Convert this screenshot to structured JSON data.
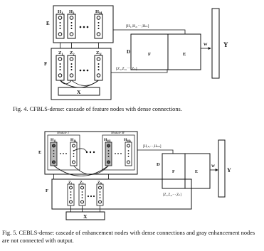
{
  "fig4": {
    "labels": {
      "block_e": "E",
      "block_f": "F",
      "block_d": "D",
      "h_first": "H",
      "h_first_sub": "1",
      "h_second": "H",
      "h_second_sub": "2",
      "h_last": "H",
      "h_last_sub": "M",
      "z_first": "Z",
      "z_first_sub": "1",
      "z_second": "Z",
      "z_second_sub": "2",
      "z_last": "Z",
      "z_last_sub": "N",
      "input": "X",
      "h_concat": "[H₁,H₂,⋯,Hₘ]",
      "z_concat": "[Z₁,Z₂,⋯,Zₙ]",
      "out_f": "F",
      "out_e": "E",
      "weight": "W",
      "output": "Y"
    },
    "caption": "Fig. 4.   CFBLS-dense: cascade of feature nodes with dense connections."
  },
  "fig5": {
    "labels": {
      "block_e": "E",
      "block_f": "F",
      "block_d": "D",
      "module1": "Module 1",
      "moduleM": "Module M",
      "h11": "H",
      "h11_sub": "11",
      "h1k": "H",
      "h1k_sub": "1k",
      "hM1": "H",
      "hM1_sub": "M1",
      "hMk": "H",
      "hMk_sub": "Mk",
      "z_first": "Z",
      "z_first_sub": "1",
      "z_second": "Z",
      "z_second_sub": "2",
      "z_last": "Z",
      "z_last_sub": "N",
      "input": "X",
      "h_concat": "[H₁ₖ,⋯,Hₘₖ]",
      "z_concat": "[Z₁,Z₂,⋯,Zₙ]",
      "out_f": "F",
      "out_e": "E",
      "weight": "W",
      "output": "Y"
    },
    "caption": "Fig. 5.   CEBLS-dense: cascade of enhancement nodes with dense connections and gray enhancement nodes are not connected with output."
  }
}
